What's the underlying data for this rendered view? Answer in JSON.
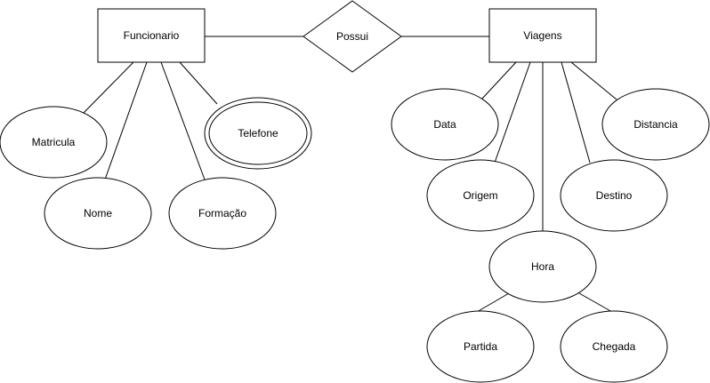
{
  "diagram": {
    "type": "entity-relationship",
    "entities": {
      "funcionario": "Funcionario",
      "viagens": "Viagens"
    },
    "relationship": "Possui",
    "attributes": {
      "matricula": "Matricula",
      "nome": "Nome",
      "formacao": "Formação",
      "telefone": "Telefone",
      "data": "Data",
      "origem": "Origem",
      "destino": "Destino",
      "distancia": "Distancia",
      "hora": "Hora",
      "partida": "Partida",
      "chegada": "Chegada"
    },
    "multivalued": [
      "telefone"
    ],
    "colors": {
      "stroke": "#000000",
      "fill": "#ffffff"
    }
  }
}
